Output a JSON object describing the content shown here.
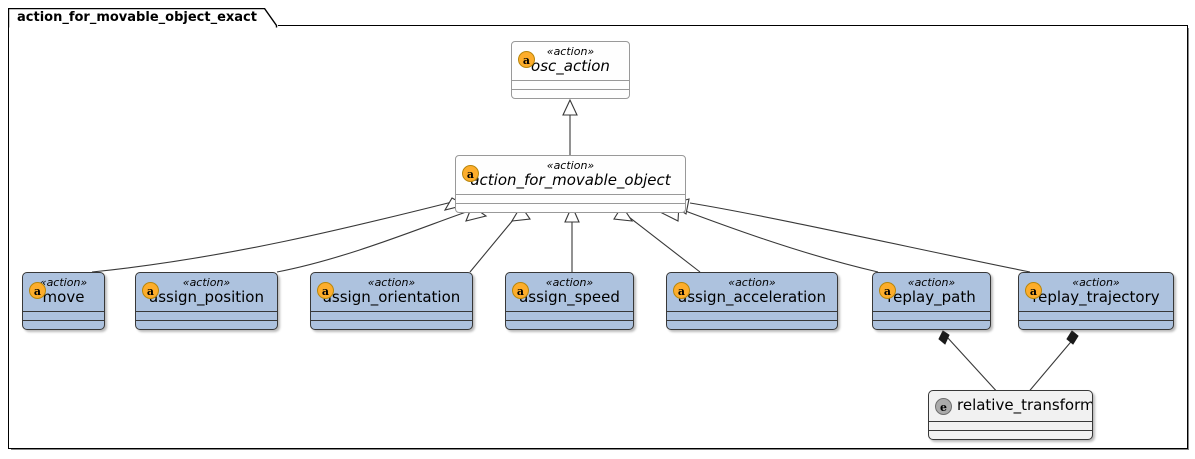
{
  "diagram": {
    "kind": "uml-class-diagram",
    "package": {
      "name": "action_for_movable_object_exact"
    },
    "colors": {
      "abstract_badge": "#FDAD2B",
      "enum_badge": "#AAAAAA",
      "concrete_fill": "#ADC2DE",
      "abstract_fill": "#FEFEFE",
      "enum_fill": "#F1F1F1",
      "line": "#383838",
      "frame": "#000000"
    },
    "nodes": [
      {
        "id": "osc_action",
        "badge": "a",
        "badge_kind": "abstract-class-icon",
        "stereotype": "«action»",
        "name": "osc_action",
        "abstract": true,
        "fill": "white"
      },
      {
        "id": "action_for_movable_object",
        "badge": "a",
        "badge_kind": "abstract-class-icon",
        "stereotype": "«action»",
        "name": "action_for_movable_object",
        "abstract": true,
        "fill": "white"
      },
      {
        "id": "move",
        "badge": "a",
        "badge_kind": "abstract-class-icon",
        "stereotype": "«action»",
        "name": "move",
        "abstract": false,
        "fill": "blue"
      },
      {
        "id": "assign_position",
        "badge": "a",
        "badge_kind": "abstract-class-icon",
        "stereotype": "«action»",
        "name": "assign_position",
        "abstract": false,
        "fill": "blue"
      },
      {
        "id": "assign_orientation",
        "badge": "a",
        "badge_kind": "abstract-class-icon",
        "stereotype": "«action»",
        "name": "assign_orientation",
        "abstract": false,
        "fill": "blue"
      },
      {
        "id": "assign_speed",
        "badge": "a",
        "badge_kind": "abstract-class-icon",
        "stereotype": "«action»",
        "name": "assign_speed",
        "abstract": false,
        "fill": "blue"
      },
      {
        "id": "assign_acceleration",
        "badge": "a",
        "badge_kind": "abstract-class-icon",
        "stereotype": "«action»",
        "name": "assign_acceleration",
        "abstract": false,
        "fill": "blue"
      },
      {
        "id": "replay_path",
        "badge": "a",
        "badge_kind": "abstract-class-icon",
        "stereotype": "«action»",
        "name": "replay_path",
        "abstract": false,
        "fill": "blue"
      },
      {
        "id": "replay_trajectory",
        "badge": "a",
        "badge_kind": "abstract-class-icon",
        "stereotype": "«action»",
        "name": "replay_trajectory",
        "abstract": false,
        "fill": "blue"
      },
      {
        "id": "relative_transform",
        "badge": "e",
        "badge_kind": "enum-icon",
        "stereotype": "",
        "name": "relative_transform",
        "abstract": false,
        "fill": "gray"
      }
    ],
    "edges": [
      {
        "from": "action_for_movable_object",
        "to": "osc_action",
        "type": "generalization"
      },
      {
        "from": "move",
        "to": "action_for_movable_object",
        "type": "generalization"
      },
      {
        "from": "assign_position",
        "to": "action_for_movable_object",
        "type": "generalization"
      },
      {
        "from": "assign_orientation",
        "to": "action_for_movable_object",
        "type": "generalization"
      },
      {
        "from": "assign_speed",
        "to": "action_for_movable_object",
        "type": "generalization"
      },
      {
        "from": "assign_acceleration",
        "to": "action_for_movable_object",
        "type": "generalization"
      },
      {
        "from": "replay_path",
        "to": "action_for_movable_object",
        "type": "generalization"
      },
      {
        "from": "replay_trajectory",
        "to": "action_for_movable_object",
        "type": "generalization"
      },
      {
        "from": "replay_path",
        "to": "relative_transform",
        "type": "composition"
      },
      {
        "from": "replay_trajectory",
        "to": "relative_transform",
        "type": "composition"
      }
    ]
  }
}
